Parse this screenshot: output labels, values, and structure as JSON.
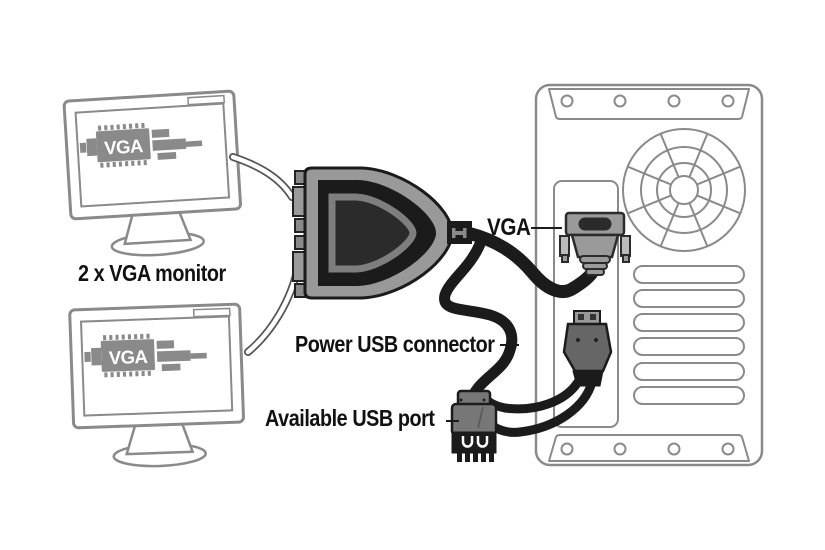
{
  "title": "VGA splitter connection diagram",
  "labels": {
    "monitor_count": "2 x VGA monitor",
    "vga_port": "VGA",
    "power_usb": "Power USB connector",
    "available_usb": "Available USB port"
  },
  "screen_badges": {
    "monitor1": "VGA",
    "monitor2": "VGA"
  },
  "colors": {
    "background": "#ffffff",
    "line_art_gray": "#8a8a8a",
    "cable_black": "#1b1b1b",
    "splitter_body_gray": "#999999",
    "splitter_center_dark": "#2b2b2b",
    "splitter_ring_gray": "#7e7e7e",
    "vga_badge_gray": "#8a8a8a",
    "connector_gray": "#9a9a9a",
    "usb_plug_gray": "#666666",
    "usb_port_gray": "#777777",
    "label_text": "#111111"
  }
}
